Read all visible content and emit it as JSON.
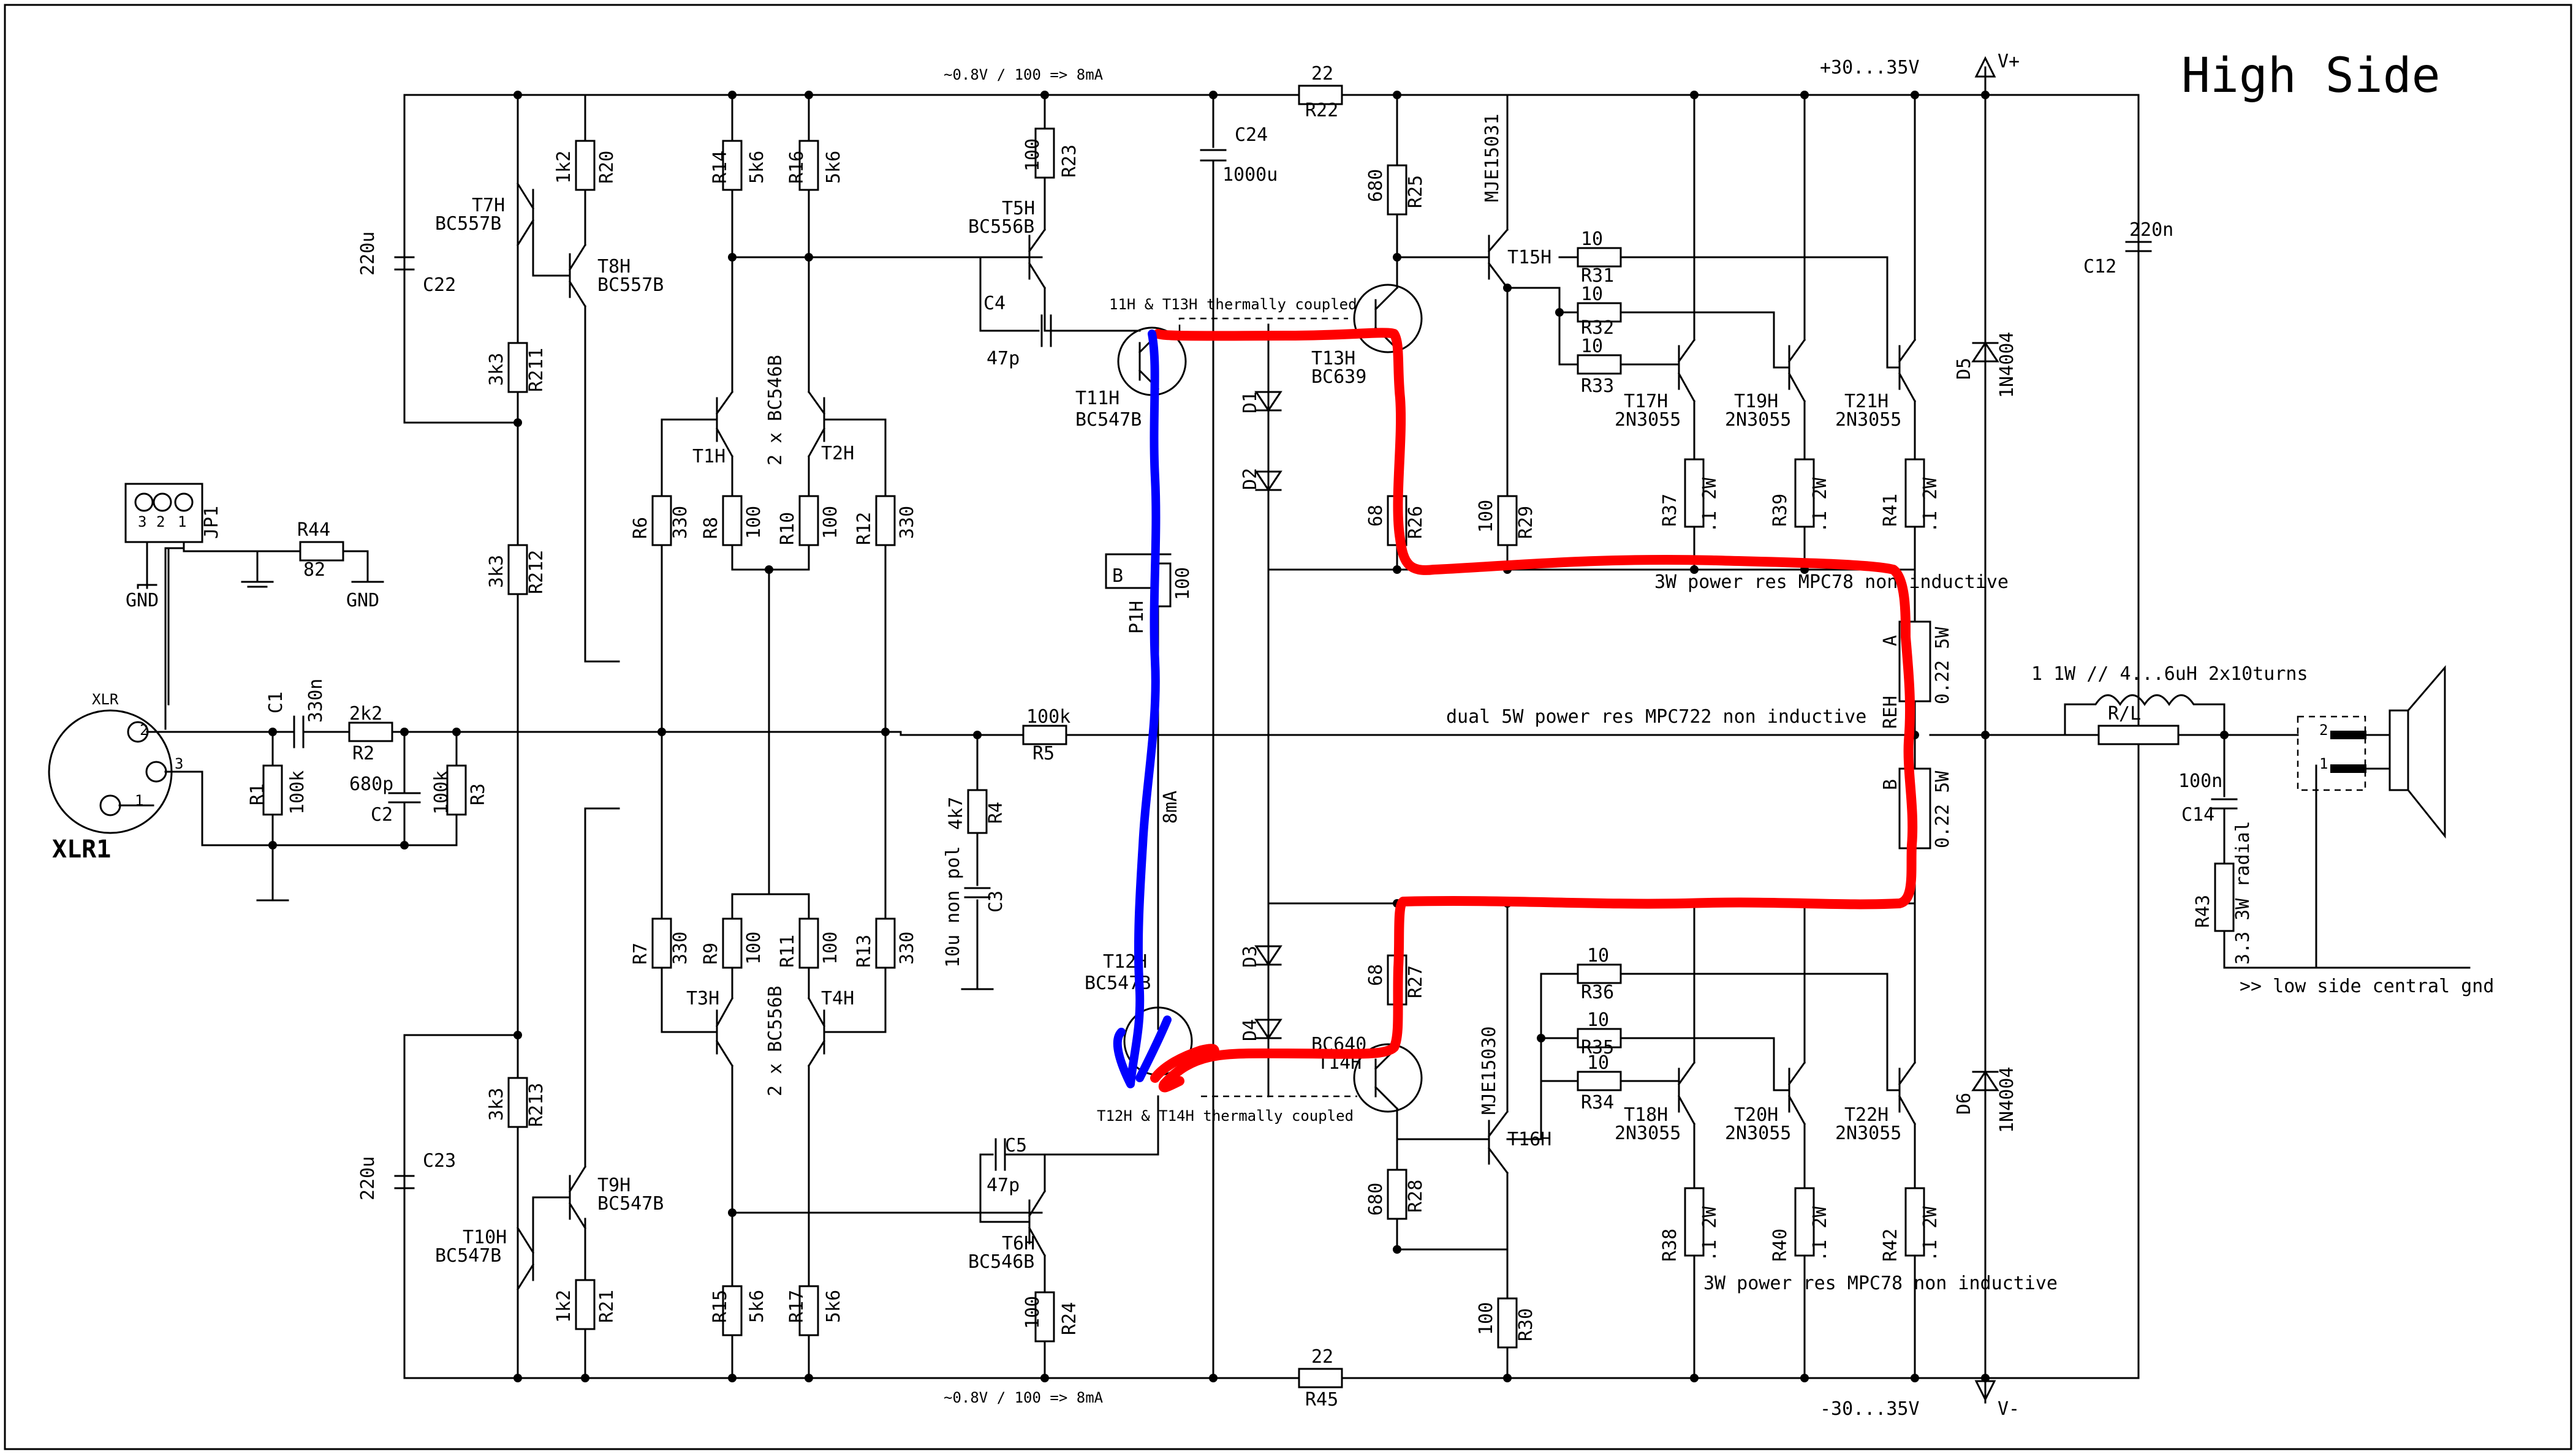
{
  "title": "High Side",
  "supply": {
    "pos": "+30...35V",
    "neg": "-30...35V",
    "vplus": "V+",
    "vminus": "V-"
  },
  "notes": {
    "top_current": "~0.8V / 100 => 8mA",
    "bot_current": "~0.8V / 100 => 8mA",
    "coupled_top": "11H & T13H thermally coupled",
    "coupled_bot": "T12H & T14H thermally coupled",
    "power_res_top": "3W power res MPC78 non inductive",
    "power_res_bot": "3W power res MPC78 non inductive",
    "dual_res": "dual 5W power res MPC722 non inductive",
    "inductor": "1 1W // 4...6uH 2x10turns",
    "low_gnd": ">> low side central gnd",
    "bias_current": "8mA",
    "pair_top": "2 x BC546B",
    "pair_bot": "2 x BC556B"
  },
  "connectors": {
    "xlr_label": "XLR",
    "xlr_name": "XLR1",
    "xlr_pins": [
      "2",
      "3",
      "1"
    ],
    "jp_name": "JP1",
    "jp_pins": [
      "3",
      "2",
      "1"
    ],
    "gnd": "GND",
    "speaker_pins": [
      "2",
      "1"
    ]
  },
  "resistors": {
    "R1": {
      "name": "R1",
      "value": "100k"
    },
    "R2": {
      "name": "R2",
      "value": "2k2"
    },
    "R3": {
      "name": "R3",
      "value": "100k"
    },
    "R4": {
      "name": "R4",
      "value": "4k7"
    },
    "R5": {
      "name": "R5",
      "value": "100k"
    },
    "R6": {
      "name": "R6",
      "value": "330"
    },
    "R7": {
      "name": "R7",
      "value": "330"
    },
    "R8": {
      "name": "R8",
      "value": "100"
    },
    "R9": {
      "name": "R9",
      "value": "100"
    },
    "R10": {
      "name": "R10",
      "value": "100"
    },
    "R11": {
      "name": "R11",
      "value": "100"
    },
    "R12": {
      "name": "R12",
      "value": "330"
    },
    "R13": {
      "name": "R13",
      "value": "330"
    },
    "R14": {
      "name": "R14",
      "value": "5k6"
    },
    "R15": {
      "name": "R15",
      "value": "5k6"
    },
    "R16": {
      "name": "R16",
      "value": "5k6"
    },
    "R17": {
      "name": "R17",
      "value": "5k6"
    },
    "R20": {
      "name": "R20",
      "value": "1k2"
    },
    "R21": {
      "name": "R21",
      "value": "1k2"
    },
    "R22": {
      "name": "R22",
      "value": "22"
    },
    "R23": {
      "name": "R23",
      "value": "100"
    },
    "R24": {
      "name": "R24",
      "value": "100"
    },
    "R25": {
      "name": "R25",
      "value": "680"
    },
    "R26": {
      "name": "R26",
      "value": "68"
    },
    "R27": {
      "name": "R27",
      "value": "68"
    },
    "R28": {
      "name": "R28",
      "value": "680"
    },
    "R29": {
      "name": "R29",
      "value": "100"
    },
    "R30": {
      "name": "R30",
      "value": "100"
    },
    "R31": {
      "name": "R31",
      "value": "10"
    },
    "R32": {
      "name": "R32",
      "value": "10"
    },
    "R33": {
      "name": "R33",
      "value": "10"
    },
    "R34": {
      "name": "R34",
      "value": "10"
    },
    "R35": {
      "name": "R35",
      "value": "10"
    },
    "R36": {
      "name": "R36",
      "value": "10"
    },
    "R37": {
      "name": "R37",
      "value": ".1 2W"
    },
    "R38": {
      "name": "R38",
      "value": ".1 2W"
    },
    "R39": {
      "name": "R39",
      "value": ".1 2W"
    },
    "R40": {
      "name": "R40",
      "value": ".1 2W"
    },
    "R41": {
      "name": "R41",
      "value": ".1 2W"
    },
    "R42": {
      "name": "R42",
      "value": ".1 2W"
    },
    "R43": {
      "name": "R43",
      "value": "3.3 3W radial"
    },
    "R44": {
      "name": "R44",
      "value": "82"
    },
    "R45": {
      "name": "R45",
      "value": "22"
    },
    "R211": {
      "name": "R211",
      "value": "3k3"
    },
    "R212": {
      "name": "R212",
      "value": "3k3"
    },
    "R213": {
      "name": "R213",
      "value": "3k3"
    },
    "REHA": {
      "name": "A",
      "value": "0.22 5W"
    },
    "REHB": {
      "name": "B",
      "value": "0.22 5W"
    },
    "REH": "REH",
    "RL": "R/L",
    "P1H": {
      "name": "P1H",
      "value": "100",
      "wiper": "B"
    }
  },
  "capacitors": {
    "C1": {
      "name": "C1",
      "value": "330n"
    },
    "C2": {
      "name": "C2",
      "value": "680p"
    },
    "C3": {
      "name": "C3",
      "value": "10u non pol"
    },
    "C4": {
      "name": "C4",
      "value": "47p"
    },
    "C5": {
      "name": "C5",
      "value": "47p"
    },
    "C12": {
      "name": "C12",
      "value": "220n"
    },
    "C14": {
      "name": "C14",
      "value": "100n"
    },
    "C22": {
      "name": "C22",
      "value": "220u"
    },
    "C23": {
      "name": "C23",
      "value": "220u"
    },
    "C24": {
      "name": "C24",
      "value": "1000u"
    }
  },
  "transistors": {
    "T1H": "T1H",
    "T2H": "T2H",
    "T3H": "T3H",
    "T4H": "T4H",
    "T5H": {
      "name": "T5H",
      "type": "BC556B"
    },
    "T6H": {
      "name": "T6H",
      "type": "BC546B"
    },
    "T7H": {
      "name": "T7H",
      "type": "BC557B"
    },
    "T8H": {
      "name": "T8H",
      "type": "BC557B"
    },
    "T9H": {
      "name": "T9H",
      "type": "BC547B"
    },
    "T10H": {
      "name": "T10H",
      "type": "BC547B"
    },
    "T11H": {
      "name": "T11H",
      "type": "BC547B"
    },
    "T12H": {
      "name": "T12H",
      "type": "BC547B"
    },
    "T13H": {
      "name": "T13H",
      "type": "BC639"
    },
    "T14H": {
      "name": "T14H",
      "type": "BC640"
    },
    "T15H": {
      "name": "T15H",
      "type": "MJE15031"
    },
    "T16H": {
      "name": "T16H",
      "type": "MJE15030"
    },
    "T17H": {
      "name": "T17H",
      "type": "2N3055"
    },
    "T18H": {
      "name": "T18H",
      "type": "2N3055"
    },
    "T19H": {
      "name": "T19H",
      "type": "2N3055"
    },
    "T20H": {
      "name": "T20H",
      "type": "2N3055"
    },
    "T21H": {
      "name": "T21H",
      "type": "2N3055"
    },
    "T22H": {
      "name": "T22H",
      "type": "2N3055"
    }
  },
  "diodes": {
    "D1": "D1",
    "D2": "D2",
    "D3": "D3",
    "D4": "D4",
    "D5": {
      "name": "D5",
      "type": "1N4004"
    },
    "D6": {
      "name": "D6",
      "type": "1N4004"
    }
  },
  "highlight_colors": {
    "red": "#ff0000",
    "blue": "#0000ff"
  }
}
